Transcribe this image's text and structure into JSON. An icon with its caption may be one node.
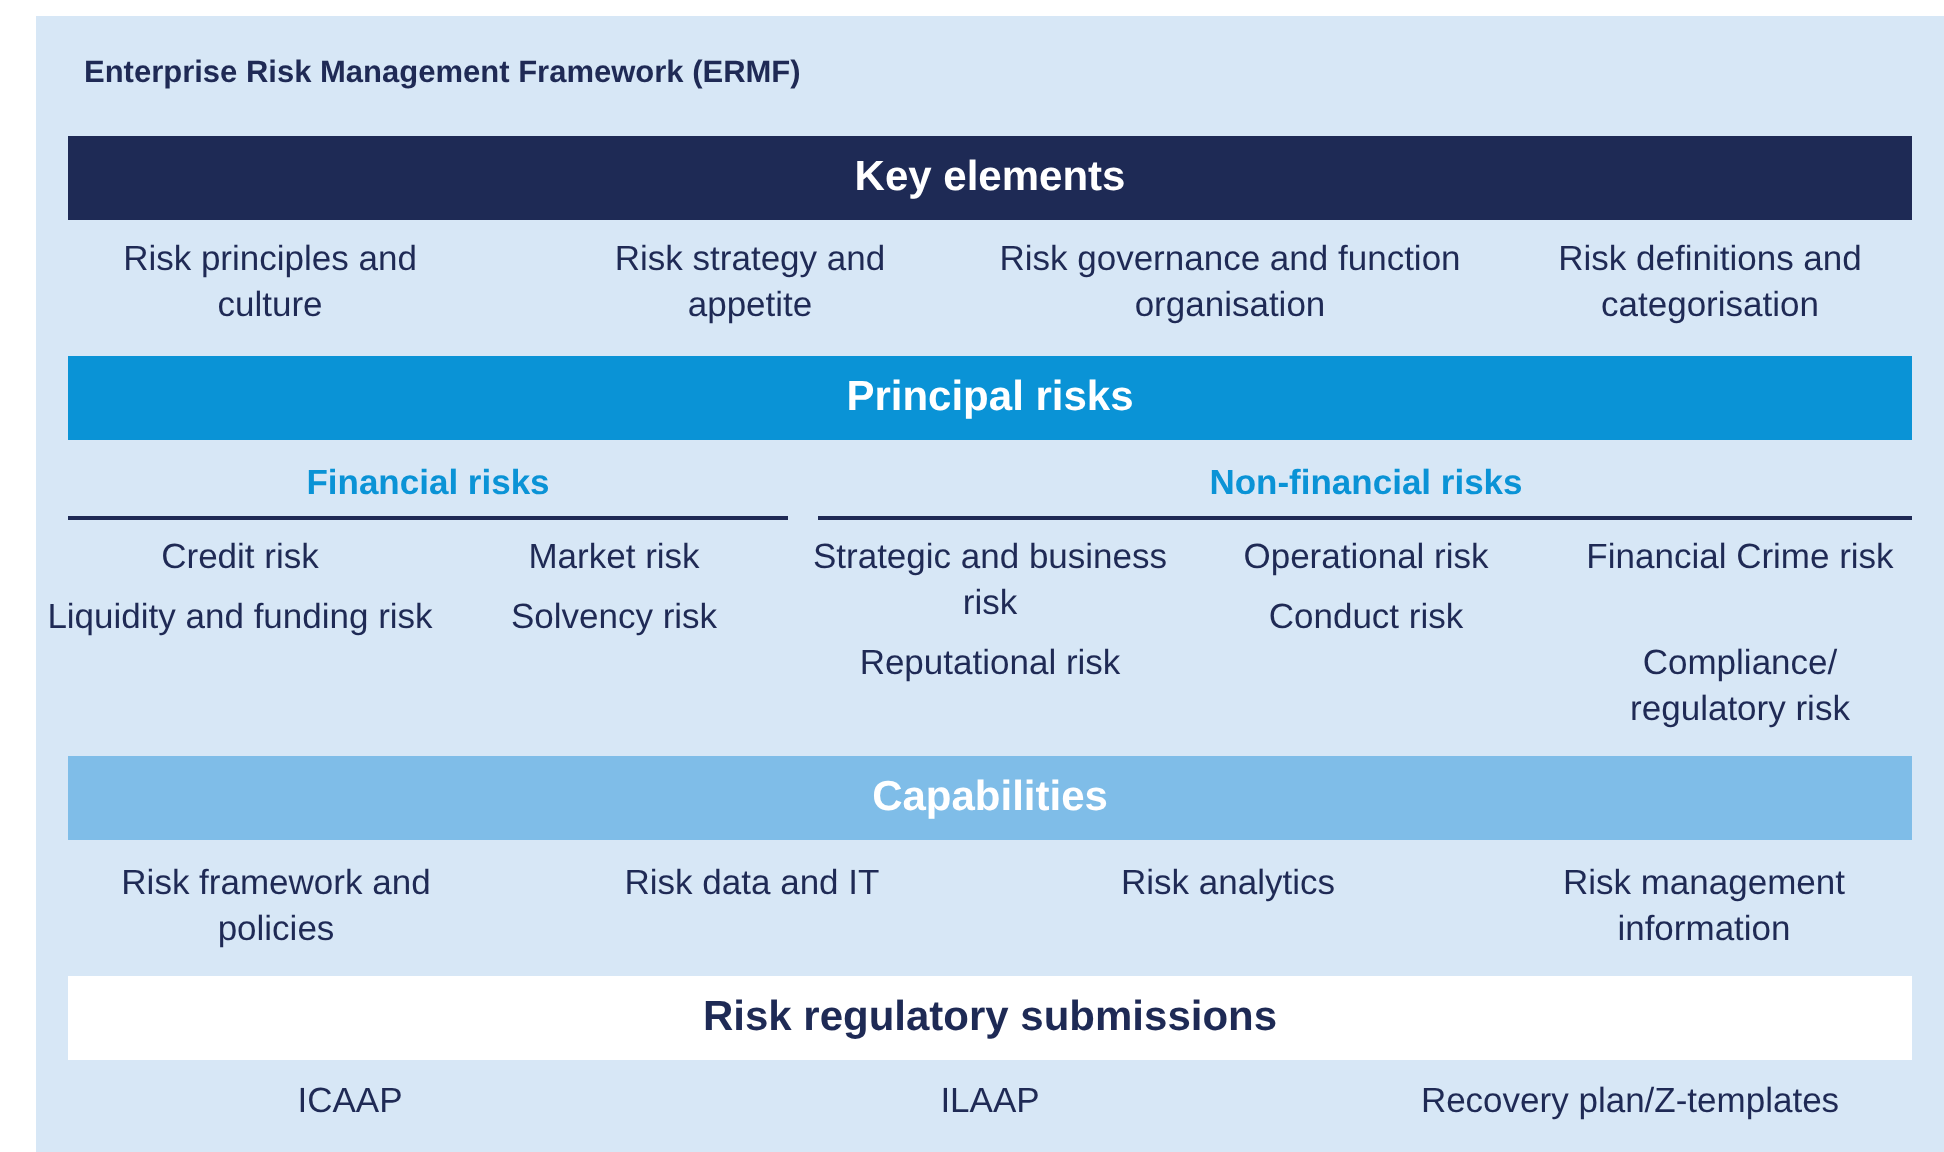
{
  "diagram": {
    "nodes": [
      {
        "text": [
          "Enterprise Risk Management Framework (ERMF)"
        ]
      },
      {
        "text": [
          "Key elements"
        ],
        "in": 0
      },
      {
        "text": [
          "Principal risks"
        ],
        "in": 0
      },
      {
        "text": [
          "Capabilities"
        ],
        "in": 0
      },
      {
        "text": [
          "Risk regulatory submissions"
        ],
        "in": 0
      }
    ],
    "labels": [
      "Risk principles and culture",
      "Risk strategy and appetite",
      "Risk governance and function organisation",
      "Risk definitions and categorisation",
      "Financial risks",
      "Non-financial risks",
      "Credit risk",
      "Market risk",
      "Strategic and business risk",
      "Operational risk",
      "Financial Crime risk",
      "Liquidity and funding risk",
      "Solvency risk",
      "Conduct risk",
      "Reputational risk",
      "Compliance/ regulatory risk",
      "Risk framework and policies",
      "Risk data and IT",
      "Risk analytics",
      "Risk management information",
      "ICAAP",
      "ILAAP",
      "Recovery plan/Z-templates"
    ]
  }
}
